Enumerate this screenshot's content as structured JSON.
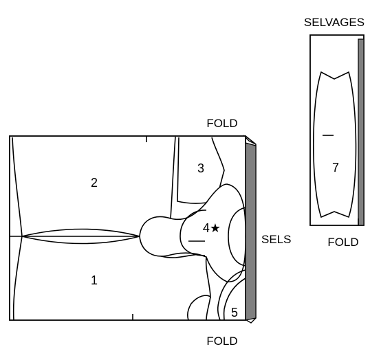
{
  "labels": {
    "fold_top": "FOLD",
    "fold_bottom": "FOLD",
    "sels": "SELS",
    "selvages": "SELVAGES",
    "fold_right": "FOLD"
  },
  "pieces": {
    "p1": "1",
    "p2": "2",
    "p3": "3",
    "p4": "4★",
    "p5": "5",
    "p7": "7"
  },
  "colors": {
    "selvage_edge": "#808080",
    "outline": "#000000"
  }
}
